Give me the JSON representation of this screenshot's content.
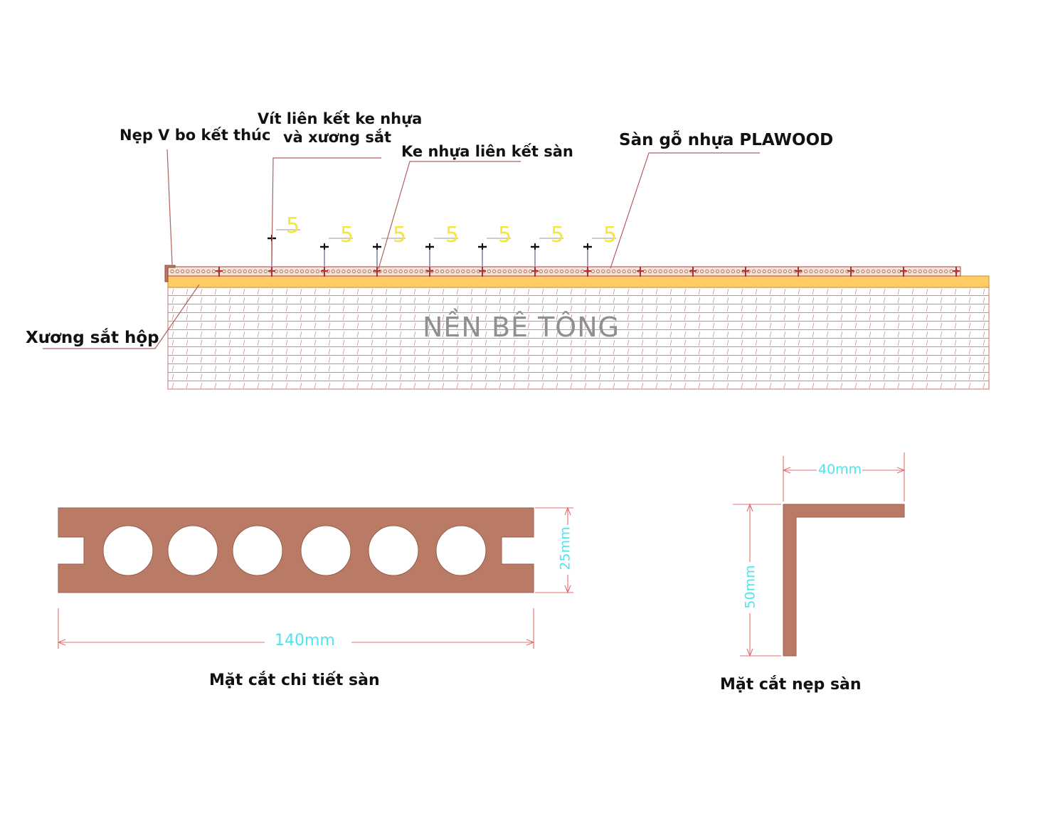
{
  "labels": {
    "nep_v": "Nẹp V bo kết thúc",
    "vit_line1": "Vít liên kết ke nhựa",
    "vit_line2": "và xương sắt",
    "ke_nhua": "Ke nhựa liên kết sàn",
    "san_go": "Sàn gỗ nhựa PLAWOOD",
    "xuong_sat": "Xương sắt hộp",
    "nen_be_tong": "NỀN BÊ TÔNG",
    "mat_cat_san": "Mặt cắt chi tiết sàn",
    "mat_cat_nep": "Mặt cắt nẹp sàn"
  },
  "screw_marks": [
    "5",
    "5",
    "5",
    "5",
    "5",
    "5",
    "5"
  ],
  "dimensions": {
    "board_width": "140mm",
    "board_thickness": "25mm",
    "trim_width": "40mm",
    "trim_height": "50mm"
  },
  "colors": {
    "board": "#b97a66",
    "joist": "#ffcc66",
    "concrete_line": "#d08a8a",
    "leader": "#b06060",
    "dimension_text": "#4fe3ef",
    "screw_number": "#f5e63c"
  }
}
